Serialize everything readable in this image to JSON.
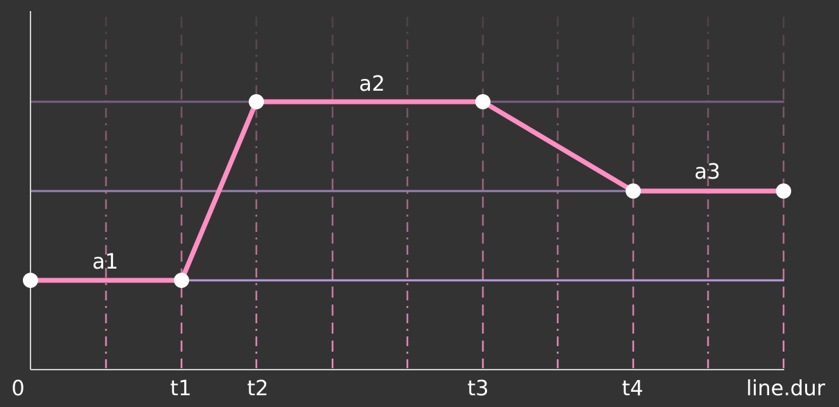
{
  "diagram": {
    "background": "#333333",
    "line_color": "#ff8fc3",
    "point_color": "#ffffff",
    "axis_color": "#cfcfcf",
    "x_labels": [
      "0",
      "t1",
      "t2",
      "t3",
      "t4",
      "line.dur"
    ],
    "segment_labels": [
      "a1",
      "a2",
      "a3"
    ],
    "levels": [
      "a1",
      "a3",
      "a2"
    ],
    "points": [
      {
        "t": "0",
        "level": "a1"
      },
      {
        "t": "t1",
        "level": "a1"
      },
      {
        "t": "t2",
        "level": "a2"
      },
      {
        "t": "t3",
        "level": "a2"
      },
      {
        "t": "t4",
        "level": "a3"
      },
      {
        "t": "line.dur",
        "level": "a3"
      }
    ]
  }
}
